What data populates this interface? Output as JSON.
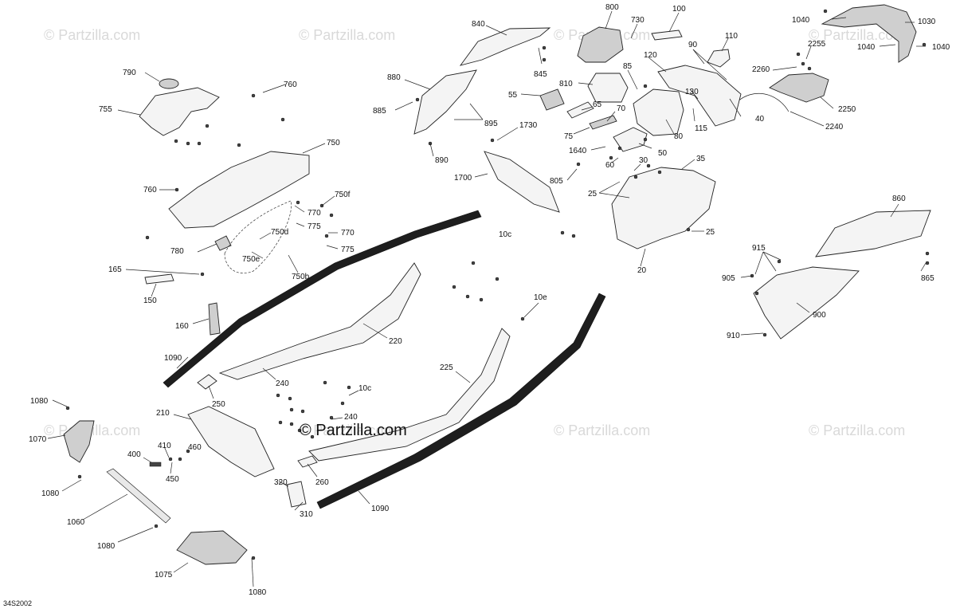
{
  "watermarks": [
    "© Partzilla.com",
    "© Partzilla.com",
    "© Partzilla.com",
    "© Partzilla.com",
    "© Partzilla.com",
    "© Partzilla.com",
    "© Partzilla.com",
    "© Partzilla.com"
  ],
  "watermark_main": "© Partzilla.com",
  "diagram_code": "34S2002",
  "labels": {
    "l840": "840",
    "l800": "800",
    "l730": "730",
    "l100": "100",
    "l1040a": "1040",
    "l1030": "1030",
    "l110": "110",
    "l90": "90",
    "l85": "85",
    "l120": "120",
    "l2255": "2255",
    "l2260": "2260",
    "l1040b": "1040",
    "l1040c": "1040",
    "l845": "845",
    "l810": "810",
    "l880": "880",
    "l790": "790",
    "l760a": "760",
    "l755": "755",
    "l55": "55",
    "l65": "65",
    "l70": "70",
    "l130": "130",
    "l885": "885",
    "l895": "895",
    "l1730": "1730",
    "l115": "115",
    "l40": "40",
    "l2250": "2250",
    "l2240": "2240",
    "l75": "75",
    "l50": "50",
    "l80": "80",
    "l750": "750",
    "l1640": "1640",
    "l890": "890",
    "l35": "35",
    "l60": "60",
    "l30": "30",
    "l1700": "1700",
    "l805": "805",
    "l25a": "25",
    "l760b": "760",
    "l750f": "750f",
    "l770a": "770",
    "l775a": "775",
    "l750d": "750d",
    "l770b": "770",
    "l775b": "775",
    "l25b": "25",
    "l860": "860",
    "l10c_a": "10c",
    "l780": "780",
    "l750e": "750e",
    "l750b": "750b",
    "l915": "915",
    "l165": "165",
    "l20": "20",
    "l905": "905",
    "l865": "865",
    "l150": "150",
    "l10e": "10e",
    "l900": "900",
    "l160": "160",
    "l910": "910",
    "l220": "220",
    "l1090a": "1090",
    "l240a": "240",
    "l225": "225",
    "l1080a": "1080",
    "l250": "250",
    "l10c_b": "10c",
    "l210": "210",
    "l240b": "240",
    "l1070": "1070",
    "l410": "410",
    "l460": "460",
    "l400": "400",
    "l450": "450",
    "l1080b": "1080",
    "l320": "320",
    "l260": "260",
    "l1090b": "1090",
    "l310": "310",
    "l1060": "1060",
    "l1080c": "1080",
    "l1075": "1075",
    "l1080d": "1080"
  }
}
